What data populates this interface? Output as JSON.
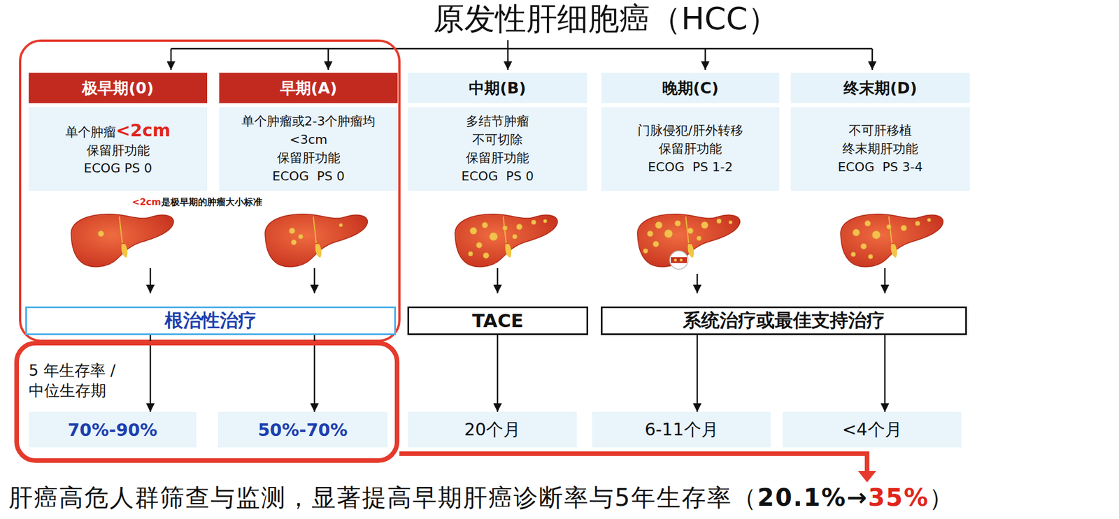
{
  "diagram": {
    "title": "原发性肝细胞癌（HCC）",
    "nodes": [
      {
        "text": [
          "极早期(0)"
        ]
      },
      {
        "text": [
          "早期(A)"
        ]
      },
      {
        "text": [
          "中期(B)"
        ]
      },
      {
        "text": [
          "晚期(C)"
        ]
      },
      {
        "text": [
          "终末期(D)"
        ]
      },
      {
        "text": [
          "单个肿瘤",
          "<2cm",
          "保留肝功能",
          "ECOG PS 0"
        ]
      },
      {
        "text": [
          "单个肿瘤或2-3个肿瘤均<3cm",
          "保留肝功能",
          "ECOG  PS 0"
        ]
      },
      {
        "text": [
          "多结节肿瘤",
          "不可切除",
          "保留肝功能",
          "ECOG  PS 0"
        ]
      },
      {
        "text": [
          "门脉侵犯/肝外转移",
          "保留肝功能",
          "ECOG  PS 1-2"
        ]
      },
      {
        "text": [
          "不可肝移植",
          "终末期肝功能",
          "ECOG  PS 3-4"
        ]
      },
      {
        "text": [
          "根治性治疗"
        ]
      },
      {
        "text": [
          "TACE"
        ]
      },
      {
        "text": [
          "系统治疗或最佳支持治疗"
        ]
      },
      {
        "text": [
          "5 年生存率 /中位生存期"
        ]
      },
      {
        "text": [
          "70%-90%"
        ],
        "in": 13
      },
      {
        "text": [
          "50%-70%"
        ],
        "in": 13
      },
      {
        "text": [
          "20个月"
        ]
      },
      {
        "text": [
          "6-11个月"
        ]
      },
      {
        "text": [
          "<4个月"
        ]
      }
    ],
    "edges": [
      {
        "from": 10,
        "to": 14,
        "arrow": "to"
      },
      {
        "from": 10,
        "to": 15,
        "arrow": "to"
      },
      {
        "from": 11,
        "to": 16,
        "arrow": "to"
      },
      {
        "from": 12,
        "to": 17,
        "arrow": "to"
      },
      {
        "from": 12,
        "to": 18,
        "arrow": "to"
      }
    ],
    "labels": [
      "<2cm",
      "是极早期的肿瘤大小标准",
      "肝癌高危人群筛查与监测，显著提高早期肝癌诊断率与5年生存率（",
      "20.1%→",
      "35%",
      "）"
    ]
  }
}
